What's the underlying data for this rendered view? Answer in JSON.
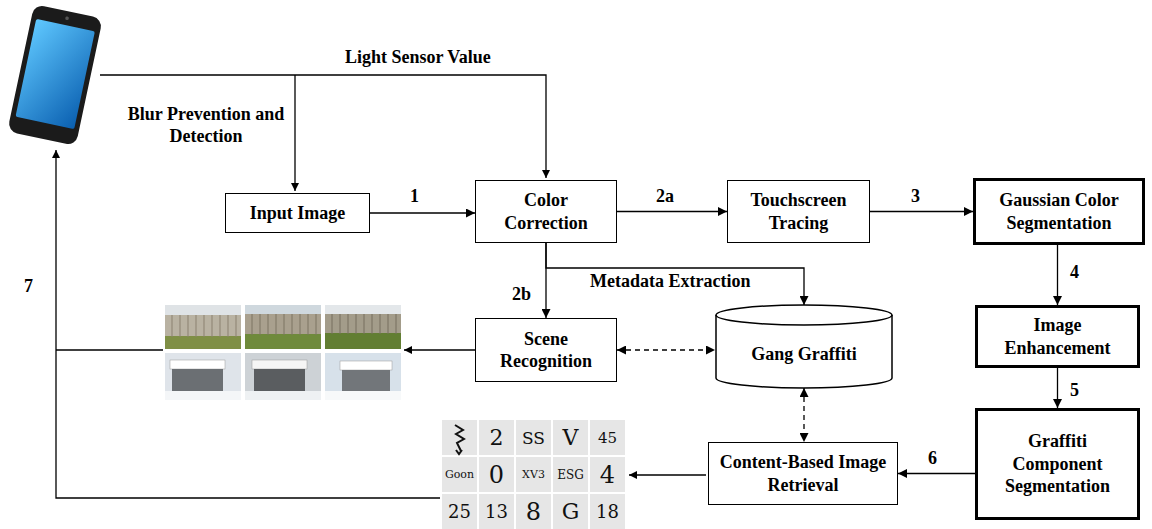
{
  "diagram": {
    "nodes": [
      {
        "text": [
          "Input Image"
        ]
      },
      {
        "text": [
          "Color Correction"
        ]
      },
      {
        "text": [
          "Touchscreen Tracing"
        ]
      },
      {
        "text": [
          "Gaussian Color Segmentation"
        ]
      },
      {
        "text": [
          "Image Enhancement"
        ]
      },
      {
        "text": [
          "Graffiti Component Segmentation"
        ]
      },
      {
        "text": [
          "Content-Based Image Retrieval"
        ]
      },
      {
        "text": [
          "Gang Graffiti"
        ]
      },
      {
        "text": [
          "Scene Recognition"
        ]
      }
    ],
    "edges": [
      {
        "from": 0,
        "to": 1,
        "label": "1",
        "arrow": "to"
      },
      {
        "from": 1,
        "to": 2,
        "label": "2a",
        "arrow": "to"
      },
      {
        "from": 2,
        "to": 3,
        "label": "3",
        "arrow": "to"
      },
      {
        "from": 3,
        "to": 4,
        "label": "4",
        "arrow": "to"
      },
      {
        "from": 4,
        "to": 5,
        "label": "5",
        "arrow": "to"
      },
      {
        "from": 5,
        "to": 6,
        "label": "6",
        "arrow": "to"
      },
      {
        "from": 1,
        "to": 8,
        "label": "2b",
        "arrow": "to"
      },
      {
        "from": 1,
        "to": 7,
        "label": "Metadata Extraction",
        "arrow": "to"
      },
      {
        "from": 8,
        "to": 7,
        "arrow": "both"
      },
      {
        "from": 7,
        "to": 6,
        "arrow": "both"
      }
    ],
    "labels": [
      "Light Sensor Value",
      "Blur Prevention and Detection",
      "7",
      "2",
      "SS",
      "V",
      "45",
      "Goon",
      "0",
      "XV3",
      "ESG",
      "4",
      "25",
      "13",
      "8",
      "G",
      "18"
    ]
  }
}
